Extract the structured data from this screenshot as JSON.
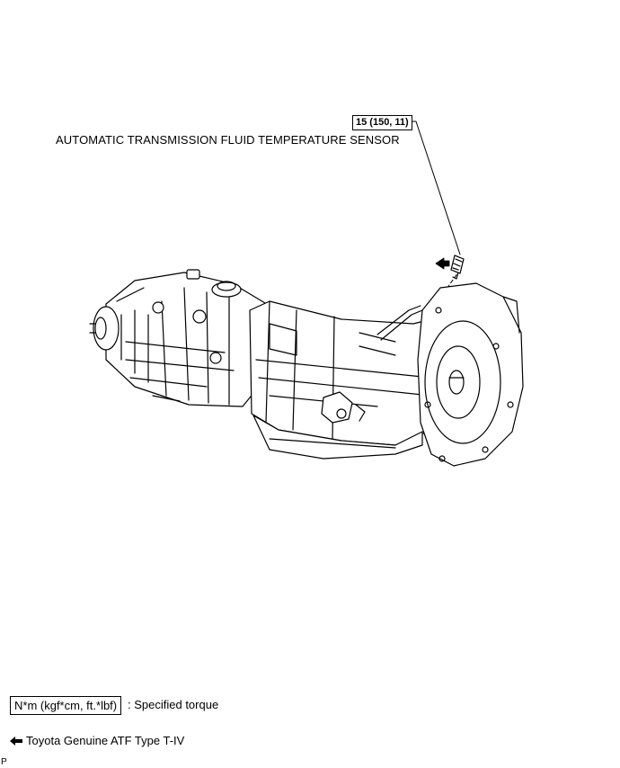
{
  "callout": {
    "torque": "15 (150, 11)",
    "part_name": "AUTOMATIC TRANSMISSION FLUID TEMPERATURE SENSOR"
  },
  "legend": {
    "torque_units": "N*m (kgf*cm, ft.*lbf)",
    "torque_desc": ": Specified torque",
    "atf_text": "Toyota Genuine ATF Type T-IV"
  },
  "footer": {
    "corner_mark": "P"
  },
  "icons": {
    "apply_arrow": "left-arrow-icon"
  }
}
